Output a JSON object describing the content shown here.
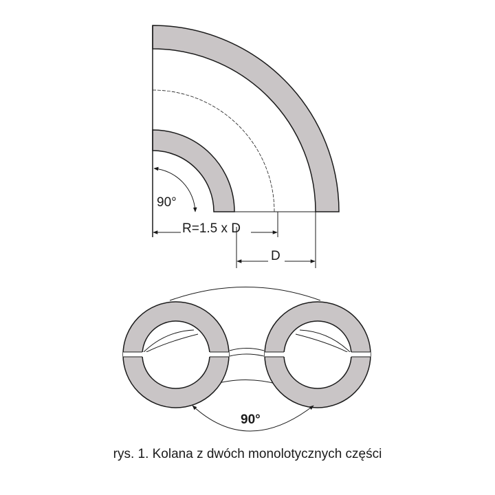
{
  "labels": {
    "top_angle": "90°",
    "radius": "R=1.5 x D",
    "diameter": "D",
    "bottom_angle": "90°"
  },
  "caption": "rys. 1. Kolana z dwóch monolotycznych części",
  "colors": {
    "wall_fill": "#c9c5c6",
    "line": "#1a1a1a",
    "background": "#ffffff"
  }
}
